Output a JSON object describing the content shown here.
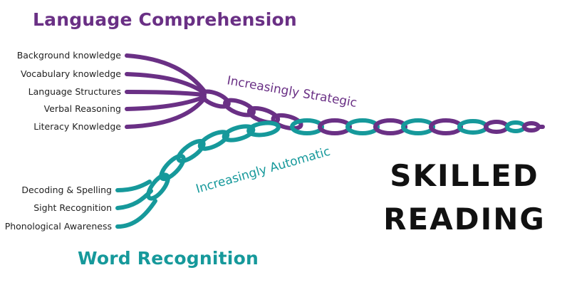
{
  "colors": {
    "language": "#6a3085",
    "word": "#16999b",
    "text": "#222222"
  },
  "language_comprehension": {
    "heading": "Language Comprehension",
    "strands": [
      "Background knowledge",
      "Vocabulary knowledge",
      "Language Structures",
      "Verbal Reasoning",
      "Literacy Knowledge"
    ],
    "arrow_label": "Increasingly Strategic"
  },
  "word_recognition": {
    "heading": "Word Recognition",
    "strands": [
      "Decoding & Spelling",
      "Sight Recognition",
      "Phonological Awareness"
    ],
    "arrow_label": "Increasingly Automatic"
  },
  "result": {
    "line1": "SKILLED",
    "line2": "READING"
  }
}
